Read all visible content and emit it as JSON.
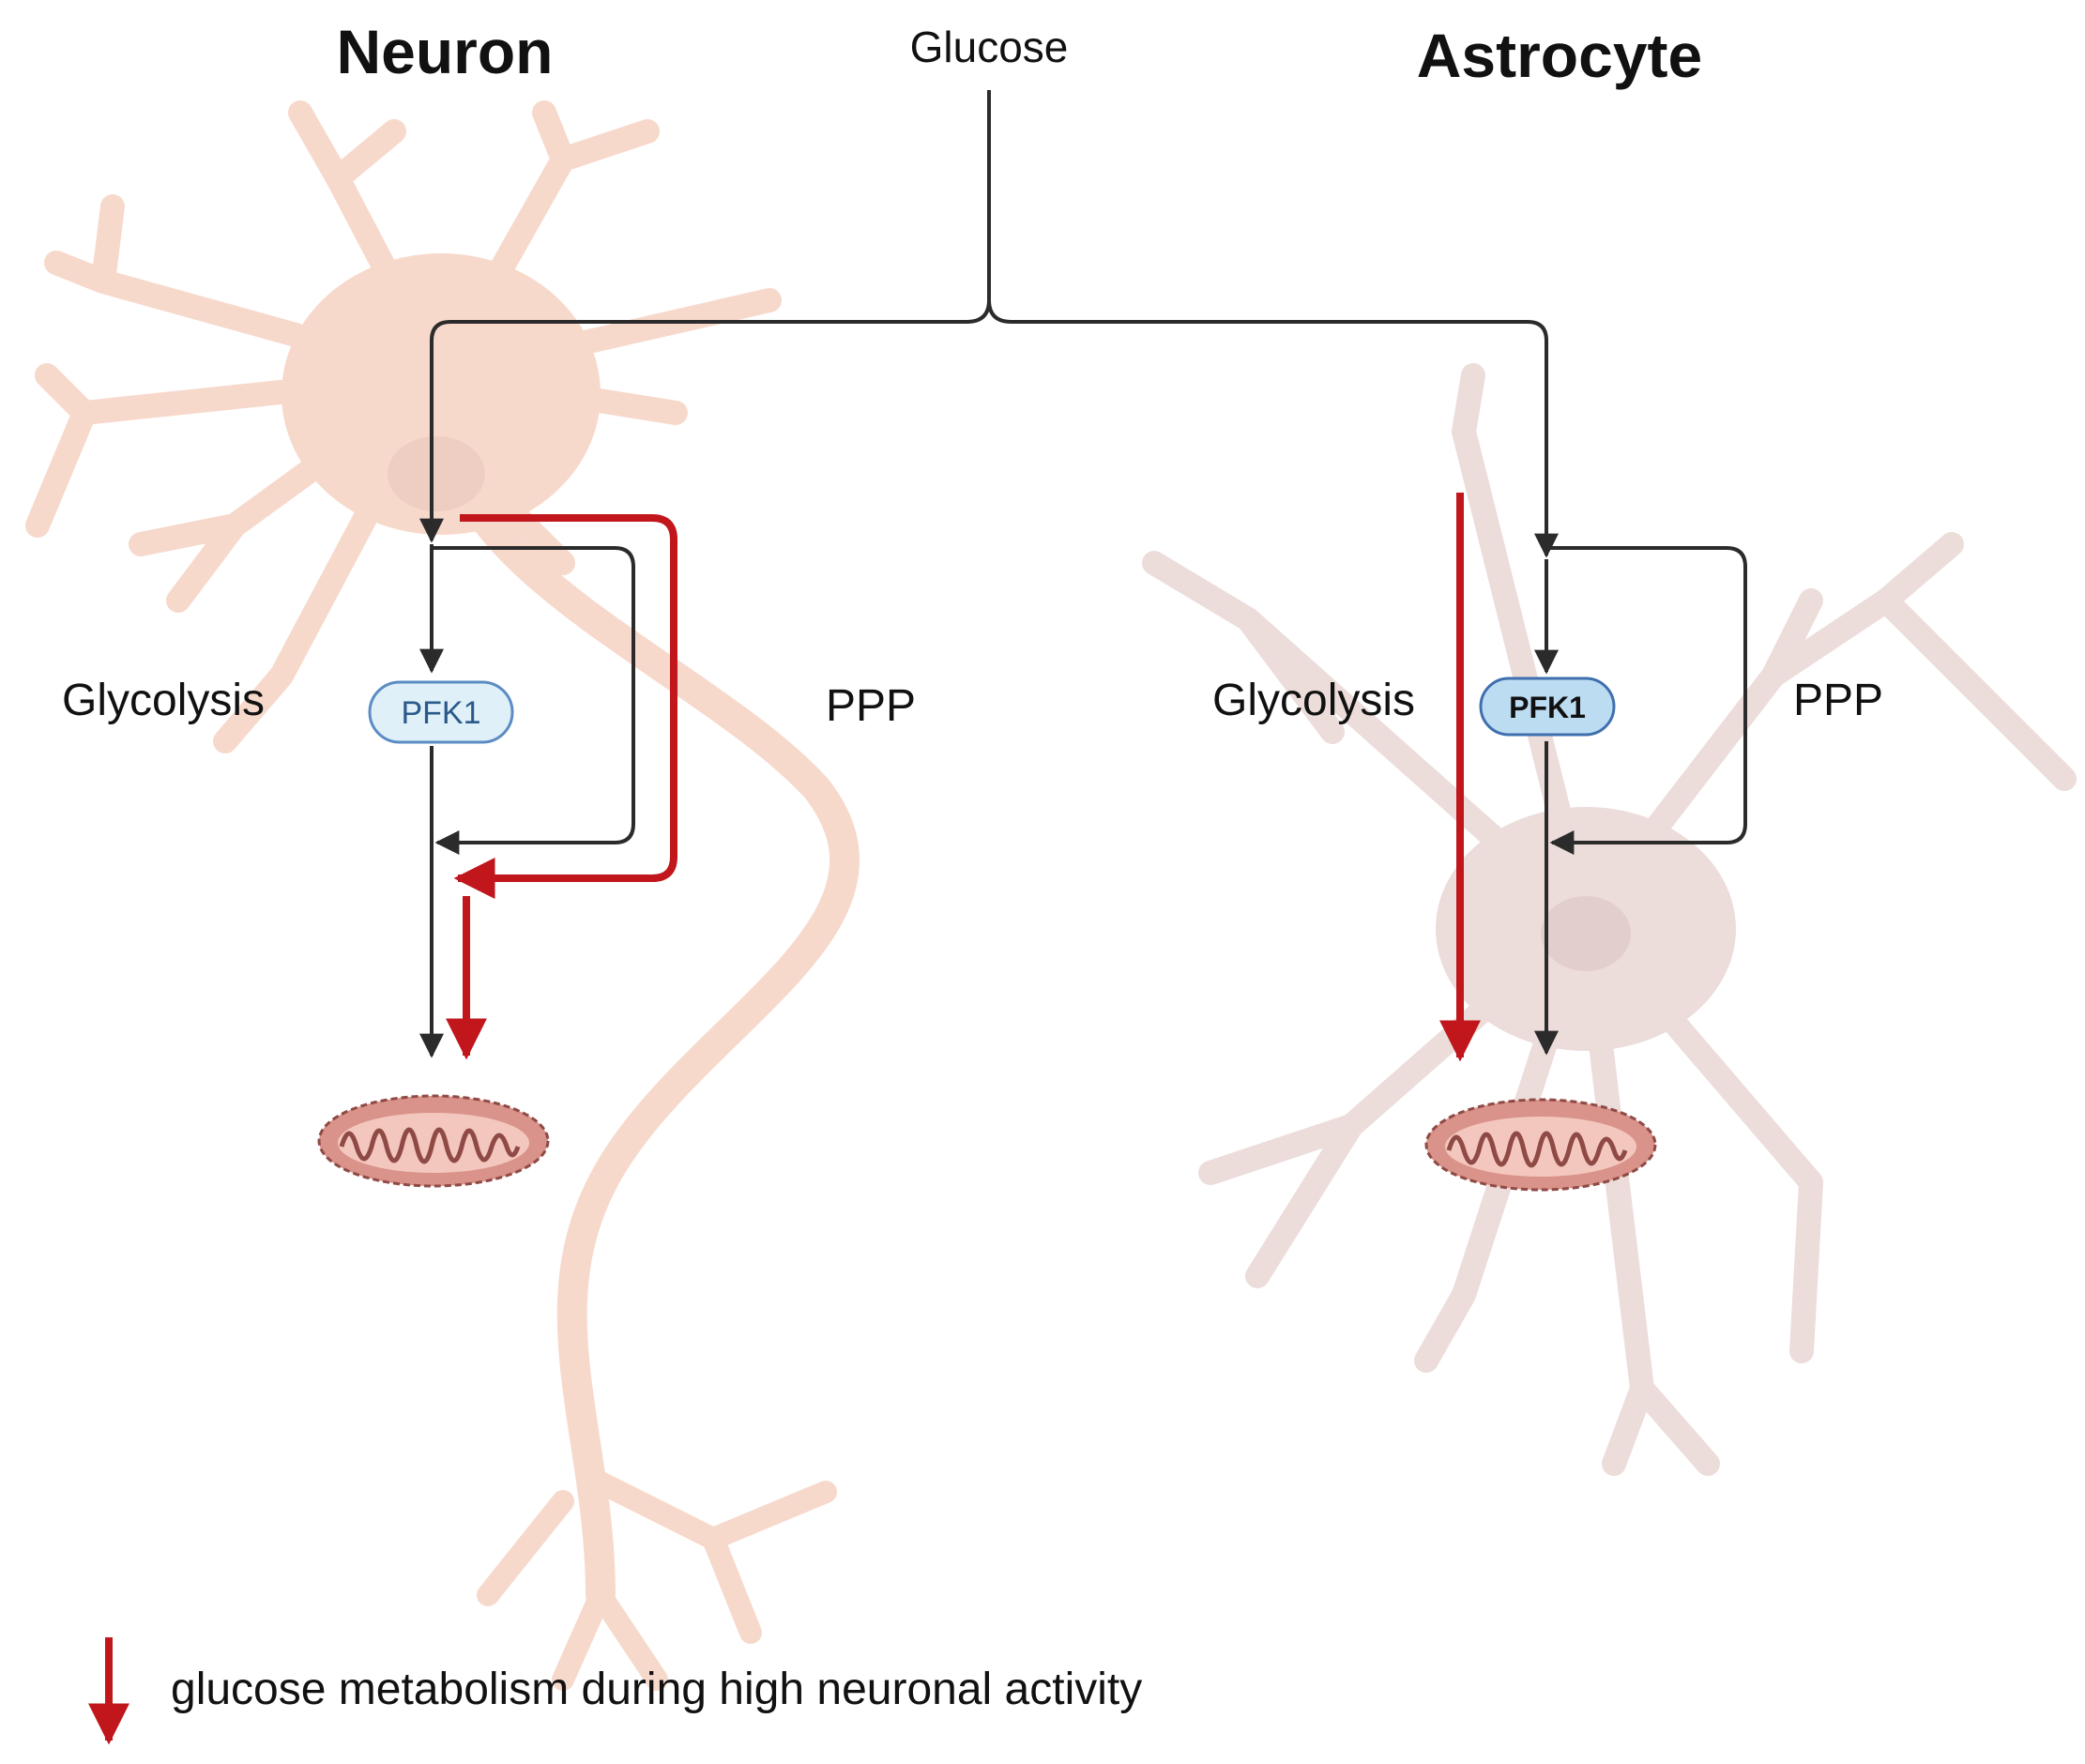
{
  "titles": {
    "neuron": "Neuron",
    "astrocyte": "Astrocyte"
  },
  "substrate": "Glucose",
  "neuron": {
    "glycolysis": "Glycolysis",
    "enzyme": "PFK1",
    "ppp": "PPP"
  },
  "astrocyte": {
    "glycolysis": "Glycolysis",
    "enzyme": "PFK1",
    "ppp": "PPP"
  },
  "legend": {
    "text": "glucose metabolism during high neuronal activity"
  },
  "colors": {
    "arrow_black": "#2b2b2b",
    "arrow_red": "#c0161c",
    "neuron_fill": "#f7d9cc",
    "astrocyte_fill": "#ecdddb",
    "mito_fill": "#d9938a",
    "mito_stroke": "#8f4a45",
    "neuron_enzyme_fill": "#dff0f8",
    "astrocyte_enzyme_fill": "#bcdcf2",
    "enzyme_stroke": "#5b8cc4"
  },
  "icons": [
    "neuron-cell-illustration",
    "astrocyte-cell-illustration",
    "mitochondrion-icon"
  ]
}
